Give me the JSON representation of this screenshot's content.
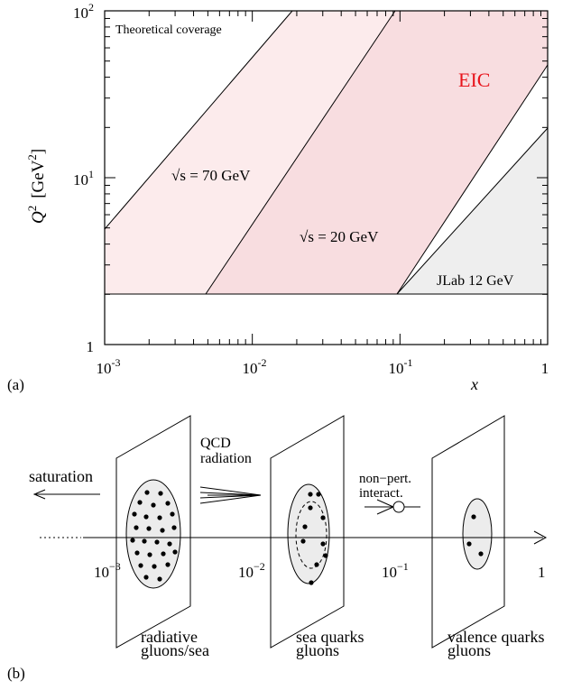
{
  "panel_a": {
    "label": "(a)",
    "coverage_label": "Theoretical coverage",
    "eic_label": "EIC",
    "sqrt_s_70": "√s = 70 GeV",
    "sqrt_s_20": "√s = 20 GeV",
    "jlab_label": "JLab 12 GeV",
    "ylabel_main": "Q",
    "ylabel_sup": "2",
    "ylabel_unit": "[GeV",
    "ylabel_unit_sup": "2",
    "ylabel_unit_close": "]",
    "xlabel": "x",
    "y_ticks": [
      {
        "base": "10",
        "exp": "2"
      },
      {
        "base": "10",
        "exp": "1"
      },
      {
        "base": "1",
        "exp": ""
      }
    ],
    "x_ticks": [
      {
        "base": "10",
        "exp": "-3"
      },
      {
        "base": "10",
        "exp": "-2"
      },
      {
        "base": "10",
        "exp": "-1"
      },
      {
        "base": "1",
        "exp": ""
      }
    ],
    "colors": {
      "band_70": "#fcebec",
      "band_20": "#f8dde0",
      "jlab": "#eeeeee",
      "eic": "#e8141c"
    }
  },
  "panel_b": {
    "label": "(b)",
    "saturation": "saturation",
    "qcd_radiation_1": "QCD",
    "qcd_radiation_2": "radiation",
    "nonpert_1": "non−pert.",
    "nonpert_2": "interact.",
    "axis_ticks": [
      {
        "base": "10",
        "exp": "−3"
      },
      {
        "base": "10",
        "exp": "−2"
      },
      {
        "base": "10",
        "exp": "−1"
      },
      {
        "base": "1",
        "exp": ""
      }
    ],
    "captions": [
      {
        "line1": "radiative",
        "line2": "gluons/sea"
      },
      {
        "line1": "sea quarks",
        "line2": "gluons"
      },
      {
        "line1": "valence quarks",
        "line2": "gluons"
      }
    ]
  }
}
